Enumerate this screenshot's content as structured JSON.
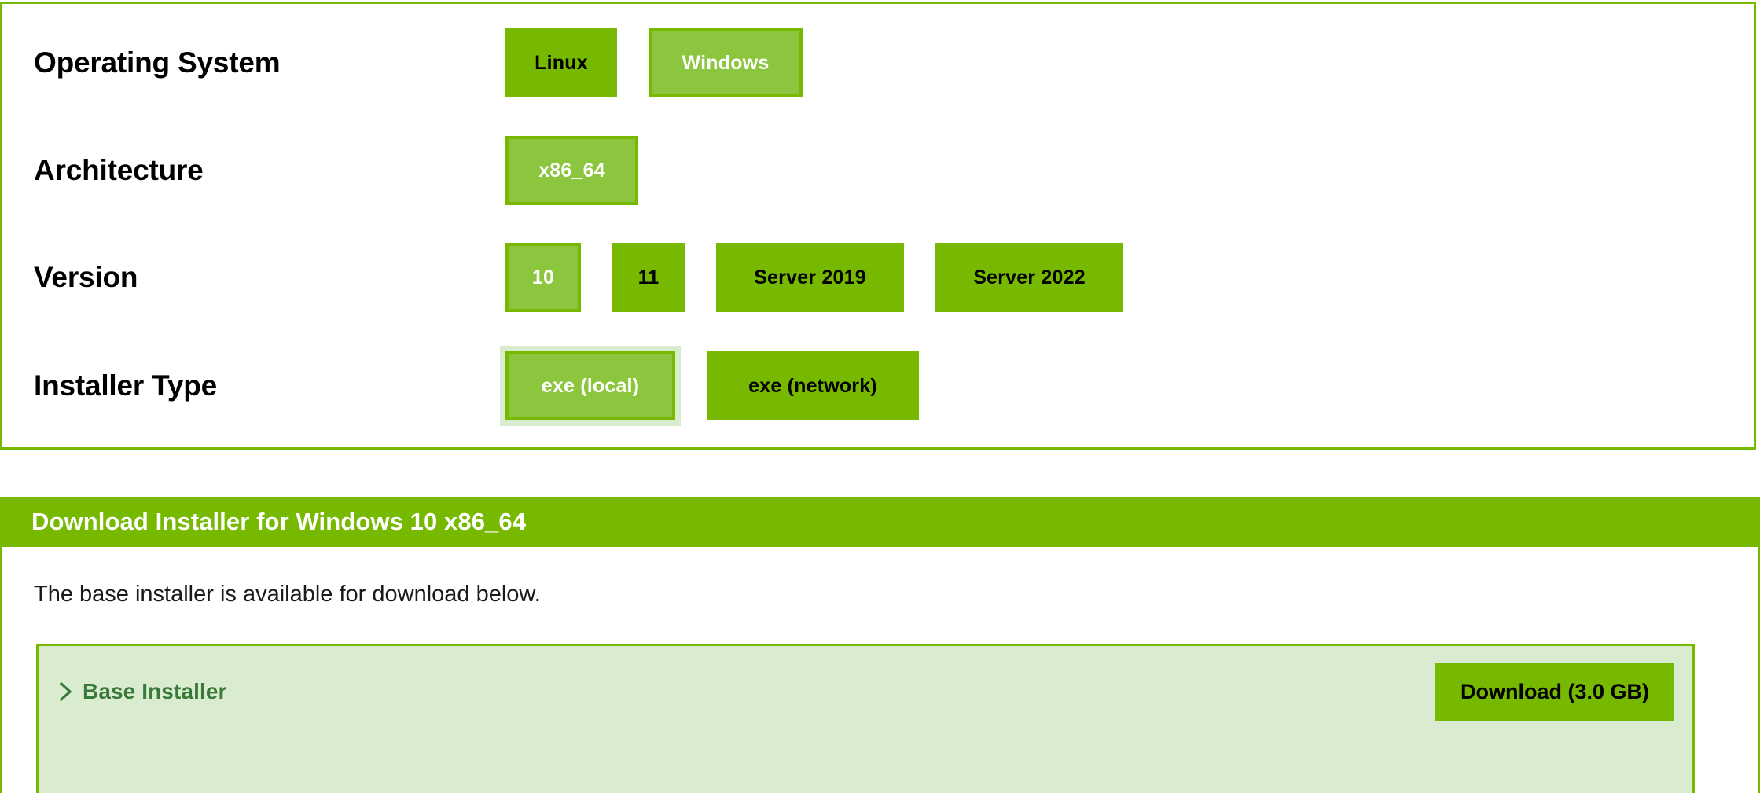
{
  "selector": {
    "rows": [
      {
        "label": "Operating System",
        "name": "operating-system",
        "options": [
          {
            "label": "Linux",
            "selected": false,
            "focused": false,
            "width_class": "w-linux"
          },
          {
            "label": "Windows",
            "selected": true,
            "focused": false,
            "width_class": "w-windows"
          }
        ]
      },
      {
        "label": "Architecture",
        "name": "architecture",
        "options": [
          {
            "label": "x86_64",
            "selected": true,
            "focused": false,
            "width_class": "w-x86"
          }
        ]
      },
      {
        "label": "Version",
        "name": "version",
        "options": [
          {
            "label": "10",
            "selected": true,
            "focused": false,
            "width_class": "w-10"
          },
          {
            "label": "11",
            "selected": false,
            "focused": false,
            "width_class": "w-11"
          },
          {
            "label": "Server 2019",
            "selected": false,
            "focused": false,
            "width_class": "w-s2019"
          },
          {
            "label": "Server 2022",
            "selected": false,
            "focused": false,
            "width_class": "w-s2022"
          }
        ]
      },
      {
        "label": "Installer Type",
        "name": "installer-type",
        "options": [
          {
            "label": "exe (local)",
            "selected": true,
            "focused": true,
            "width_class": "w-exel"
          },
          {
            "label": "exe (network)",
            "selected": false,
            "focused": false,
            "width_class": "w-exen"
          }
        ]
      }
    ]
  },
  "download": {
    "header_title": "Download Installer for Windows 10 x86_64",
    "body_text": "The base installer is available for download below.",
    "installer": {
      "chevron_icon": "chevron-right-icon",
      "title": "Base Installer",
      "download_label": "Download (3.0 GB)"
    }
  },
  "colors": {
    "nvidia_green": "#76b900",
    "selected_green": "#8cc63e",
    "focus_ring": "#d9ecd0",
    "card_bg": "#d9ecd0",
    "installer_title": "#3a7a39",
    "white": "#ffffff",
    "black": "#000000"
  }
}
